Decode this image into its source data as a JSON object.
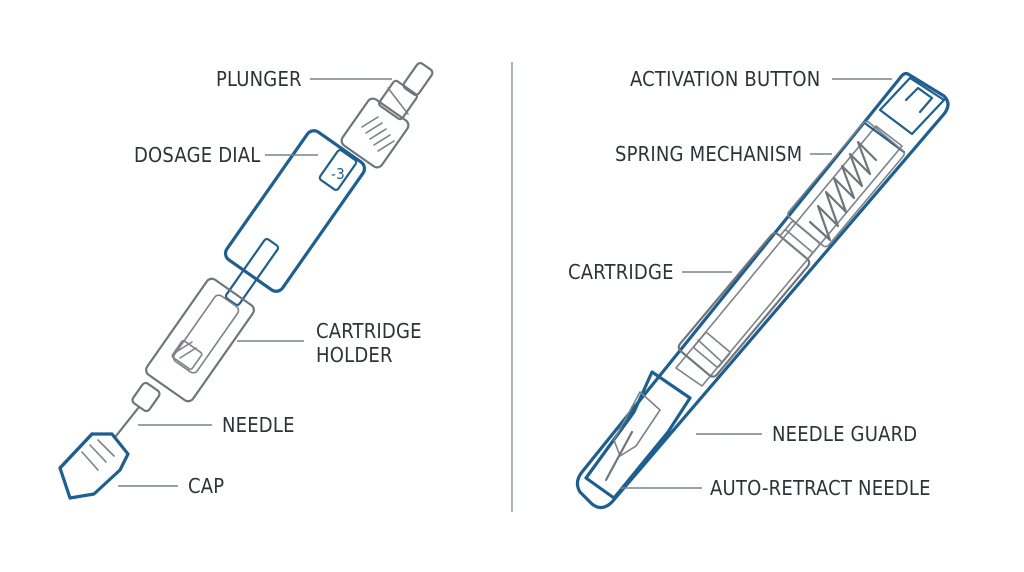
{
  "left_device": {
    "labels": {
      "plunger": "PLUNGER",
      "dosage_dial": "DOSAGE DIAL",
      "cartridge_holder_line1": "CARTRIDGE",
      "cartridge_holder_line2": "HOLDER",
      "needle": "NEEDLE",
      "cap": "CAP"
    }
  },
  "right_device": {
    "labels": {
      "activation_button": "ACTIVATION BUTTON",
      "spring_mechanism": "SPRING MECHANISM",
      "cartridge": "CARTRIDGE",
      "needle_guard": "NEEDLE GUARD",
      "auto_retract_needle": "AUTO-RETRACT NEEDLE"
    }
  },
  "colors": {
    "accent": "#1f5f8f",
    "outline": "#6f757b",
    "text": "#2e3338"
  }
}
